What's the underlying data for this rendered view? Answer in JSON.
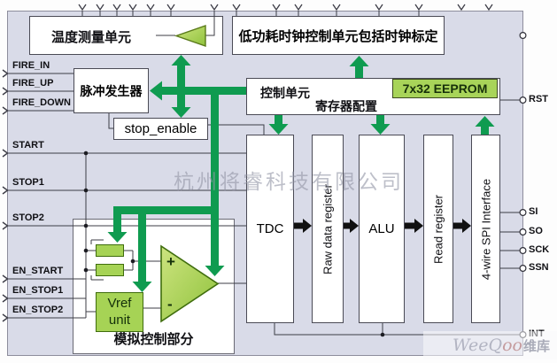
{
  "blocks": {
    "temperature": "温度测量单元",
    "clock": "低功耗时钟控制单元包括时钟标定",
    "pulse_generator": "脉冲发生器",
    "stop_enable": "stop_enable",
    "control_unit_title": "控制单元",
    "control_unit_subtitle": "寄存器配置",
    "eeprom": "7x32 EEPROM",
    "tdc": "TDC",
    "raw_data_register": "Raw data register",
    "alu": "ALU",
    "read_register": "Read register",
    "spi": "4-wire SPI Interface",
    "analog_title": "模拟控制部分",
    "vref_line1": "Vref",
    "vref_line2": "unit",
    "opamp_plus": "+",
    "opamp_minus": "-"
  },
  "pins": {
    "left": [
      "FIRE_IN",
      "FIRE_UP",
      "FIRE_DOWN",
      "START",
      "STOP1",
      "STOP2",
      "EN_START",
      "EN_STOP1",
      "EN_STOP2"
    ],
    "right": [
      "RST",
      "SI",
      "SO",
      "SCK",
      "SSN",
      "INT"
    ]
  },
  "watermarks": {
    "company": "杭州将睿科技有限公司",
    "brand_weeq": "WeeQ",
    "brand_oo": "oo",
    "brand_weiku": "维库"
  },
  "colors": {
    "chip_bg": "#d9dbe8",
    "accent_green": "#0f9b50",
    "light_green": "#a6d355",
    "wire": "#3c3c46"
  }
}
